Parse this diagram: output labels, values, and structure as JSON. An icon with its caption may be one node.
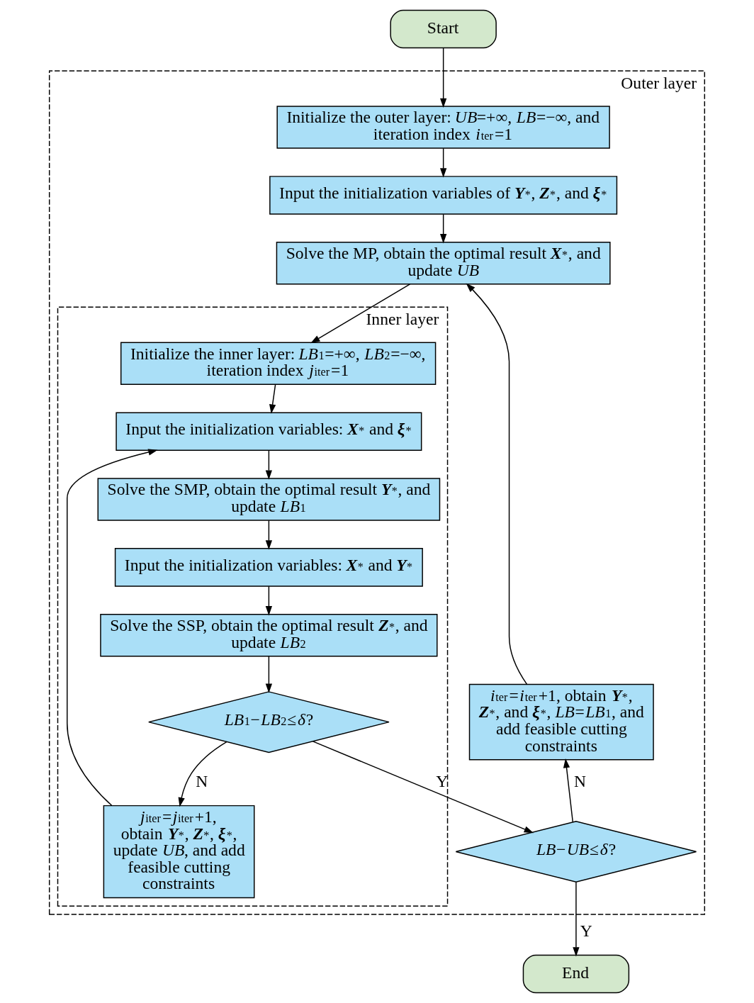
{
  "diagram": {
    "nodes": [
      {
        "text": [
          "Start"
        ]
      },
      {
        "text": [
          "Outer layer"
        ]
      },
      {
        "text": [
          "Initialize the outer layer: *UB*=+∞, *LB*=−∞, and iteration index *i*$_{ter}$=1"
        ],
        "in": 1
      },
      {
        "text": [
          "Input the initialization variables of **Y**$^{*}$, **Z**$^{*}$, and **ξ**$^{*}$"
        ],
        "in": 1
      },
      {
        "text": [
          "Solve the MP, obtain the optimal result **X**$^{*}$, and update *UB*"
        ],
        "in": 1
      },
      {
        "text": [
          "Inner layer"
        ],
        "in": 1
      },
      {
        "text": [
          "Initialize the inner layer: *LB*$_{1}$=+∞, *LB*$_{2}$=−∞, iteration index *j*$_{iter}$=1"
        ],
        "in": 5
      },
      {
        "text": [
          "Input the initialization variables: **X**$^{*}$ and **ξ**$^{*}$"
        ],
        "in": 5
      },
      {
        "text": [
          "Solve the SMP, obtain the optimal result **Y**$^{*}$, and update *LB*$_{1}$"
        ],
        "in": 5
      },
      {
        "text": [
          "Input the initialization variables: **X**$^{*}$ and **Y**$^{*}$"
        ],
        "in": 5
      },
      {
        "text": [
          "Solve the SSP, obtain the optimal result **Z**$^{*}$, and update *LB*$_{2}$"
        ],
        "in": 5
      },
      {
        "text": [
          "*LB*$_{1}$−*LB*$_{2}$≤*δ*?"
        ],
        "in": 5
      },
      {
        "text": [
          "*j*$_{iter}$=*j*$_{iter}$+1, obtain **Y**$^{*}$, **Z**$^{*}$, **ξ**$^{*}$, update *UB*, and add feasible cutting constraints"
        ],
        "in": 5
      },
      {
        "text": [
          "*i*$_{ter}$=*i*$_{ter}$+1, obtain **Y**$^{*}$, **Z**$^{*}$, and **ξ**$^{*}$, *LB*=*LB*$_{1}$, and add feasible cutting constraints"
        ],
        "in": 1
      },
      {
        "text": [
          "*LB*−*UB*≤*δ*?"
        ],
        "in": 1
      },
      {
        "text": [
          "End"
        ]
      }
    ],
    "edges": [
      {
        "from": 0,
        "to": 2,
        "arrow": "to"
      },
      {
        "from": 2,
        "to": 3,
        "arrow": "to"
      },
      {
        "from": 3,
        "to": 4,
        "arrow": "to"
      },
      {
        "from": 4,
        "to": 6,
        "arrow": "to"
      },
      {
        "from": 6,
        "to": 7,
        "arrow": "to"
      },
      {
        "from": 7,
        "to": 8,
        "arrow": "to"
      },
      {
        "from": 8,
        "to": 9,
        "arrow": "to"
      },
      {
        "from": 9,
        "to": 10,
        "arrow": "to"
      },
      {
        "from": 10,
        "to": 11,
        "arrow": "to"
      },
      {
        "from": 11,
        "to": 12,
        "arrow": "to",
        "label": "N"
      },
      {
        "from": 12,
        "to": 7,
        "arrow": "to"
      },
      {
        "from": 11,
        "to": 14,
        "arrow": "to",
        "label": "Y"
      },
      {
        "from": 14,
        "to": 13,
        "arrow": "to",
        "label": "N"
      },
      {
        "from": 13,
        "to": 4,
        "arrow": "to"
      },
      {
        "from": 14,
        "to": 15,
        "arrow": "to",
        "label": "Y"
      }
    ]
  }
}
